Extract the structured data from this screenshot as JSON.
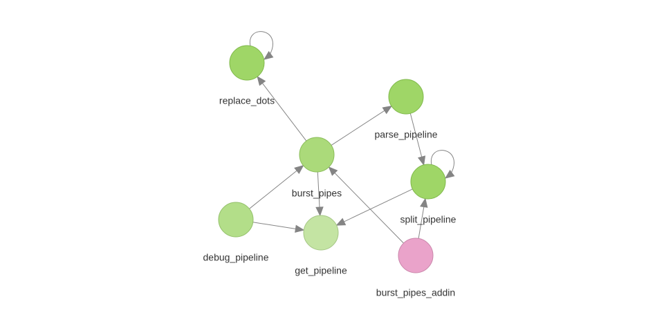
{
  "graph": {
    "nodes": [
      {
        "id": "replace_dots",
        "label": "replace_dots",
        "color": "#9FD667",
        "border": "#7FB84A"
      },
      {
        "id": "parse_pipeline",
        "label": "parse_pipeline",
        "color": "#9FD667",
        "border": "#7FB84A"
      },
      {
        "id": "burst_pipes",
        "label": "burst_pipes",
        "color": "#ABDA7A",
        "border": "#89BC58"
      },
      {
        "id": "split_pipeline",
        "label": "split_pipeline",
        "color": "#9FD667",
        "border": "#7FB84A"
      },
      {
        "id": "debug_pipeline",
        "label": "debug_pipeline",
        "color": "#B3DE89",
        "border": "#93C06A"
      },
      {
        "id": "get_pipeline",
        "label": "get_pipeline",
        "color": "#C4E4A3",
        "border": "#A4C684"
      },
      {
        "id": "burst_pipes_addin",
        "label": "burst_pipes_addin",
        "color": "#EAA3CA",
        "border": "#C986AA"
      }
    ],
    "edges": [
      {
        "from": "burst_pipes",
        "to": "replace_dots"
      },
      {
        "from": "burst_pipes",
        "to": "parse_pipeline"
      },
      {
        "from": "burst_pipes",
        "to": "get_pipeline"
      },
      {
        "from": "parse_pipeline",
        "to": "split_pipeline"
      },
      {
        "from": "split_pipeline",
        "to": "get_pipeline"
      },
      {
        "from": "debug_pipeline",
        "to": "burst_pipes"
      },
      {
        "from": "debug_pipeline",
        "to": "get_pipeline"
      },
      {
        "from": "burst_pipes_addin",
        "to": "burst_pipes"
      },
      {
        "from": "burst_pipes_addin",
        "to": "split_pipeline"
      },
      {
        "from": "replace_dots",
        "to": "replace_dots"
      },
      {
        "from": "split_pipeline",
        "to": "split_pipeline"
      }
    ],
    "colors": {
      "edge": "#848484",
      "label": "#343434"
    }
  }
}
